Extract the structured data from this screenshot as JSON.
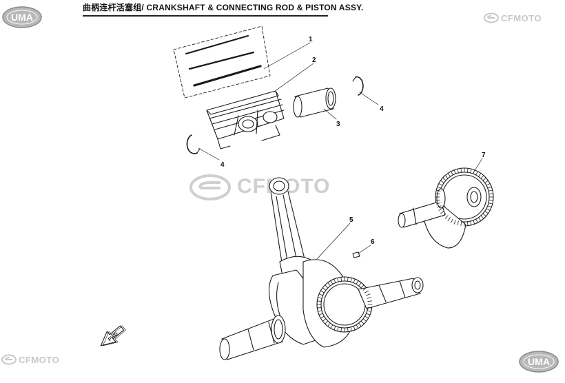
{
  "header": {
    "title": "曲柄连杆活塞组/ CRANKSHAFT & CONNECTING ROD & PISTON ASSY."
  },
  "branding": {
    "uma_text": "UMA",
    "cfmoto_text": "CFMOTO",
    "logo_icon": "cfmoto-logo-icon",
    "watermark_color": "#cfcfcf"
  },
  "callouts": [
    "1",
    "2",
    "3",
    "4",
    "4",
    "5",
    "6",
    "7"
  ],
  "fwd_arrow": {
    "label": "FWD",
    "icon": "forward-arrow-icon"
  }
}
